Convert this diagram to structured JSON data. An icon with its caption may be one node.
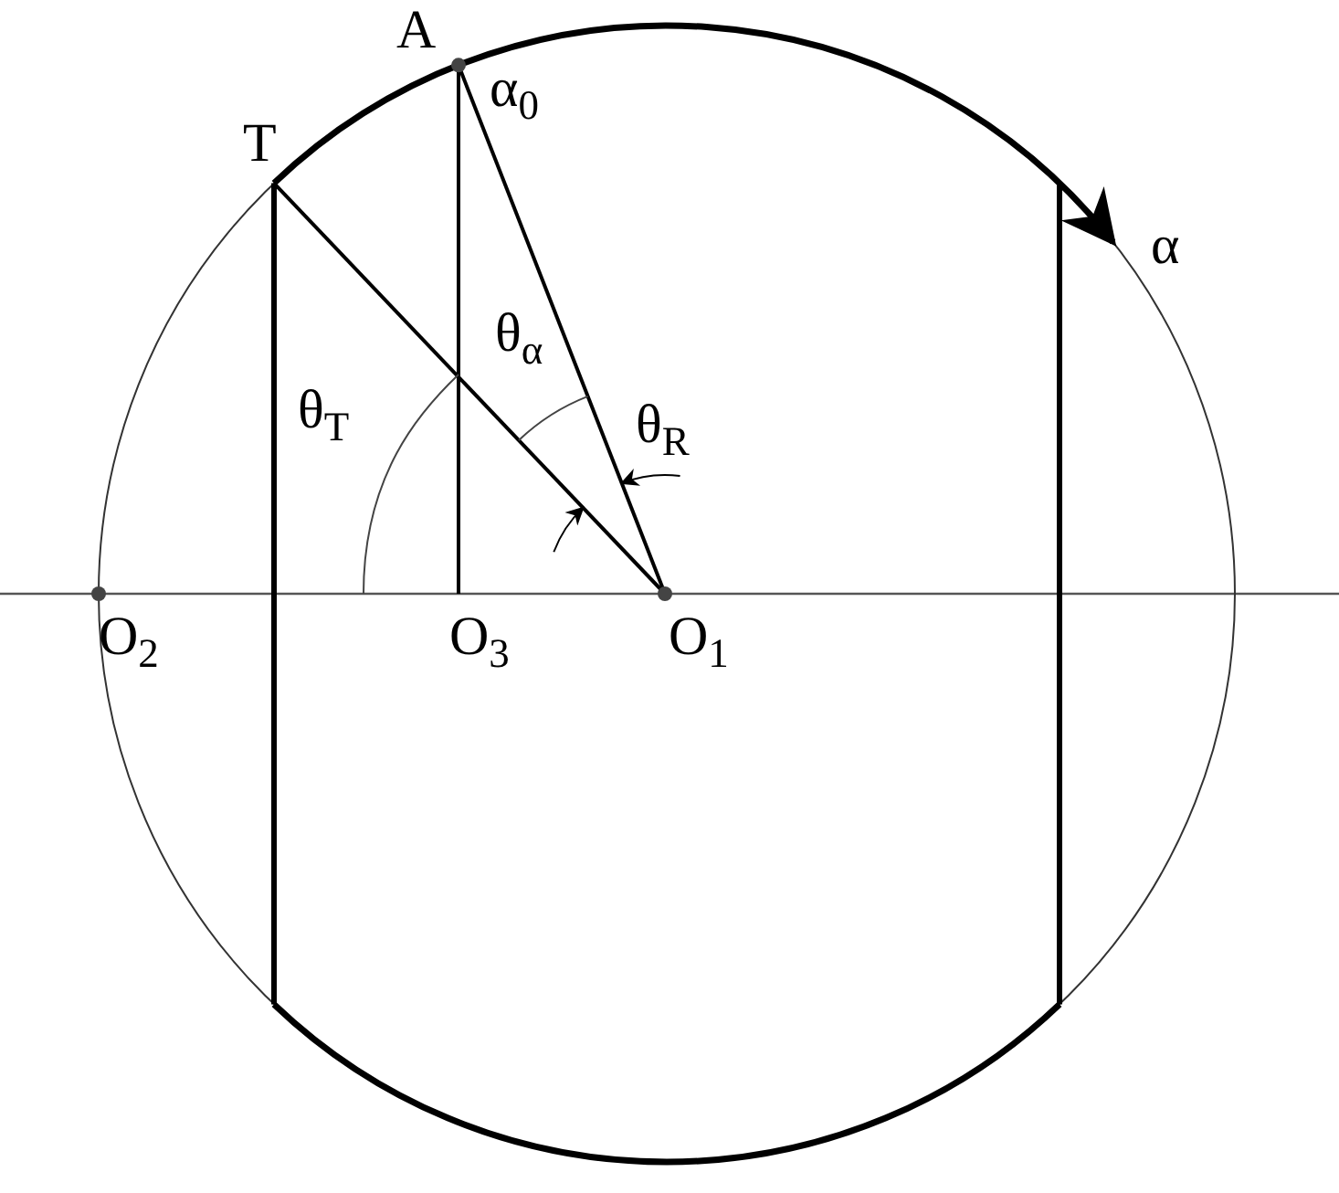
{
  "diagram": {
    "labels": [
      "A",
      "α$_{0}$",
      "T",
      "α",
      "θ$_{α}$",
      "θ$_{T}$",
      "θ$_{R}$",
      "O$_{2}$",
      "O$_{3}$",
      "O$_{1}$"
    ]
  }
}
